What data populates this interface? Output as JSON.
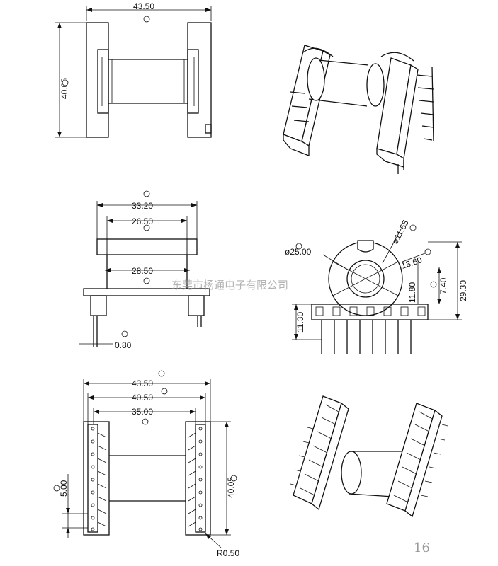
{
  "dimensions": {
    "top_width": "43.50",
    "top_height": "40.05",
    "mid_outer": "33.20",
    "mid_inner": "26.50",
    "mid_lower": "28.50",
    "pin_thick": "0.80",
    "side_dia_outer": "ø25.00",
    "side_dia_inner": "ø11.65",
    "side_13": "13.60",
    "side_11": "11.80",
    "side_7": "7.40",
    "side_29": "29.30",
    "side_pin": "11.30",
    "bot_43": "43.50",
    "bot_40": "40.50",
    "bot_35": "35.00",
    "bot_5": "5.00",
    "bot_height": "40.05",
    "bot_radius": "R0.50"
  },
  "watermark": "东莞市杨通电子有限公司",
  "page_number": "16"
}
